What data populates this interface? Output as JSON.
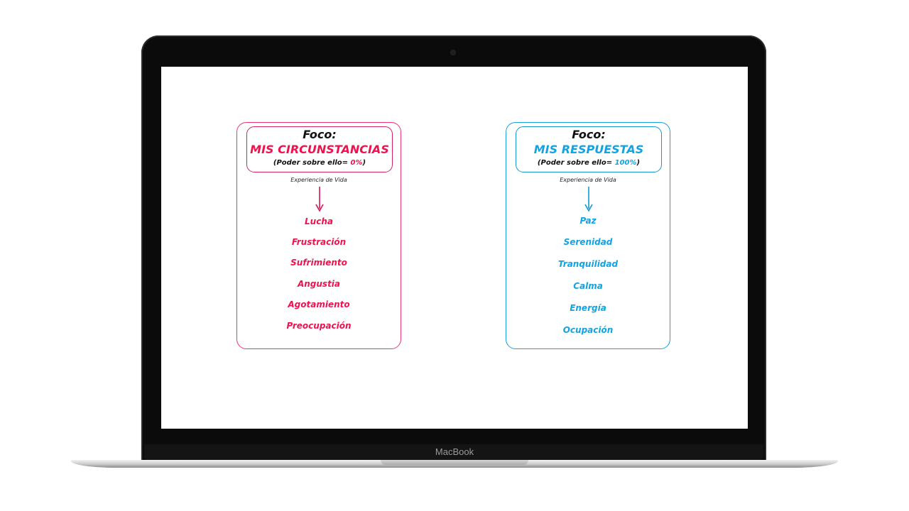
{
  "device": {
    "brand": "MacBook"
  },
  "left_card": {
    "focus_label": "Foco:",
    "title": "MIS CIRCUNSTANCIAS",
    "power_label": "(Poder sobre ello= ",
    "power_value": "0%",
    "power_close": ")",
    "experience_label": "Experiencia de Vida",
    "items": [
      "Lucha",
      "Frustración",
      "Sufrimiento",
      "Angustia",
      "Agotamiento",
      "Preocupación"
    ],
    "color": "#f0114f"
  },
  "right_card": {
    "focus_label": "Foco:",
    "title": "MIS RESPUESTAS",
    "power_label": "(Poder sobre ello= ",
    "power_value": "100%",
    "power_close": ")",
    "experience_label": "Experiencia de Vida",
    "items": [
      "Paz",
      "Serenidad",
      "Tranquilidad",
      "Calma",
      "Energía",
      "Ocupación"
    ],
    "color": "#12a3e4"
  }
}
